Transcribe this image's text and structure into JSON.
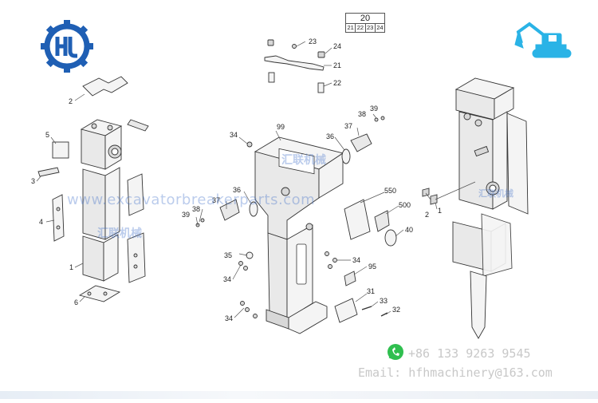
{
  "kit": {
    "main": "20",
    "subs": [
      "21",
      "22",
      "23",
      "24"
    ]
  },
  "watermark": {
    "url": "www.excavatorbreakerparts.com",
    "brand_cn": "汇联机械"
  },
  "contact": {
    "phone": "+86 133 9263 9545",
    "email": "Email: hfhmachinery@163.com"
  },
  "callouts": {
    "c2": "2",
    "c5": "5",
    "c3": "3",
    "c4": "4",
    "c1": "1",
    "c6": "6",
    "c23": "23",
    "c24": "24",
    "c21": "21",
    "c22": "22",
    "c99": "99",
    "c39a": "39",
    "c38a": "38",
    "c37a": "37",
    "c36a": "36",
    "c34a": "34",
    "c36b": "36",
    "c37b": "37",
    "c38b": "38",
    "c39b": "39",
    "c35": "35",
    "c34b": "34",
    "c34c": "34",
    "c95": "95",
    "c31": "31",
    "c33": "33",
    "c32": "32",
    "c34d": "34",
    "c550": "550",
    "c500": "500",
    "c40": "40",
    "c2b": "2",
    "c1b": "1"
  },
  "colors": {
    "logo_blue": "#1f5fb4",
    "excavator_cyan": "#2ab3e6",
    "whatsapp_green": "#2fbf4f"
  }
}
